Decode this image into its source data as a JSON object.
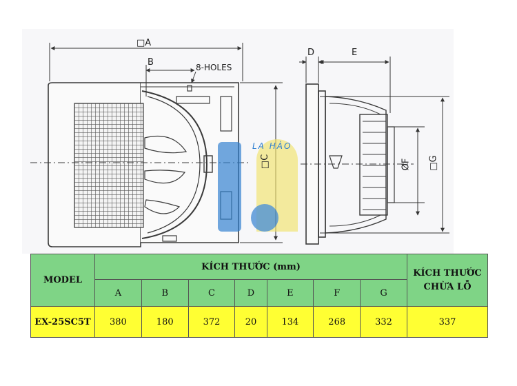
{
  "diagram": {
    "labels": {
      "a": "□A",
      "b": "B",
      "holes": "8-HOLES",
      "c": "□C",
      "d": "D",
      "e": "E",
      "f": "ØF",
      "g": "□G"
    },
    "watermark": "LA HÀO",
    "colors": {
      "line": "#3a3a3a",
      "grille": "#555555",
      "logo_blue": "#2f7fd0",
      "logo_yellow": "#f2e36a"
    }
  },
  "table": {
    "header": {
      "model": "MODEL",
      "dims": "KÍCH THƯỚC (mm)",
      "hole_line1": "KÍCH THƯỚC",
      "hole_line2": "CHỪA LỖ"
    },
    "letters": [
      "A",
      "B",
      "C",
      "D",
      "E",
      "F",
      "G"
    ],
    "row": {
      "model": "EX-25SC5T",
      "values": [
        "380",
        "180",
        "372",
        "20",
        "134",
        "268",
        "332"
      ],
      "hole": "337"
    },
    "colors": {
      "header_bg": "#7fd486",
      "row_bg": "#ffff33"
    }
  }
}
